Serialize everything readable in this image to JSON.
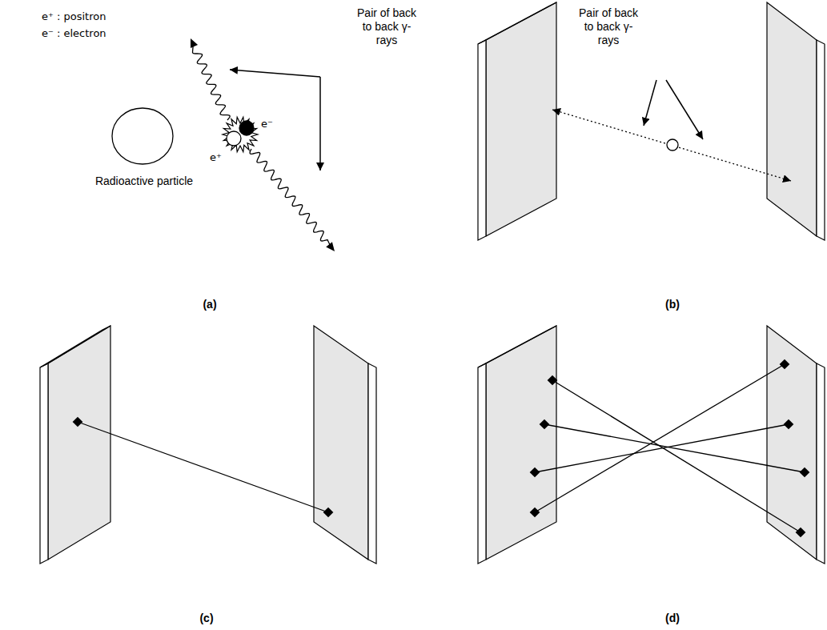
{
  "diagram": {
    "labels": [
      "e⁺ : positron",
      "e⁻ : electron",
      "Pair of back to back γ-rays",
      "e⁻",
      "e⁺",
      "Radioactive particle",
      "(a)",
      "Pair of back to back γ-rays",
      "(b)",
      "(c)",
      "(d)"
    ]
  }
}
